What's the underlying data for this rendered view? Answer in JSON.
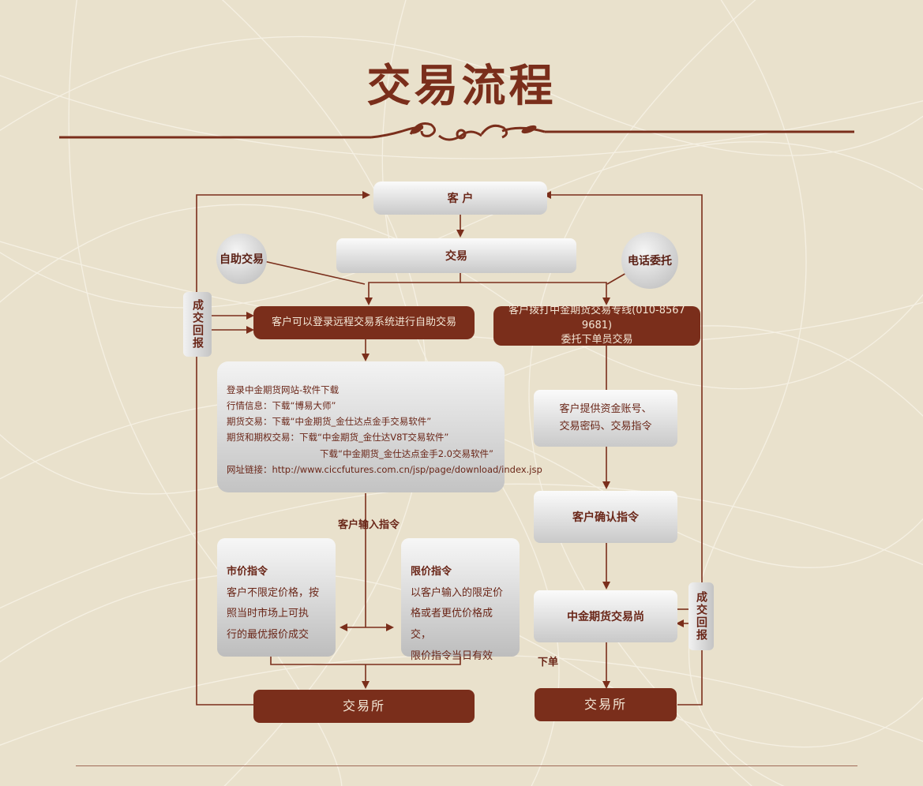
{
  "title": "交易流程",
  "colors": {
    "brown": "#7a2e1b",
    "background": "#e9e1cc",
    "box_grey": "#d9d9d9"
  },
  "nodes": {
    "customer": "客 户",
    "trade": "交易",
    "self_trade": "自助交易",
    "phone_order": "电话委托",
    "remote_system": "客户可以登录远程交易系统进行自助交易",
    "hotline_line1": "客户拨打中金期货交易专线(010-8567 9681)",
    "hotline_line2": "委托下单员交易",
    "trade_report_left": "成交回报",
    "trade_report_right": "成交回报",
    "provide_info_line1": "客户提供资金账号、",
    "provide_info_line2": "交易密码、交易指令",
    "confirm": "客户确认指令",
    "cicc_desk": "中金期货交易尚",
    "place_order": "下单",
    "input_order": "客户输入指令",
    "exchange_left": "交易所",
    "exchange_right": "交易所"
  },
  "download_info": {
    "lines": [
      "登录中金期货网站-软件下载",
      "行情信息：下载“博易大师”",
      "期货交易：下载“中金期货_金仕达点金手交易软件”",
      "期货和期权交易：下载“中金期货_金仕达V8T交易软件”",
      "下载“中金期货_金仕达点金手2.0交易软件”",
      "网址链接：http://www.ciccfutures.com.cn/jsp/page/download/index.jsp"
    ]
  },
  "market_order": {
    "title": "市价指令",
    "lines": [
      "客户不限定价格，按",
      "照当时市场上可执",
      "行的最优报价成交"
    ]
  },
  "limit_order": {
    "title": "限价指令",
    "lines": [
      "以客户输入的限定价",
      "格或者更优价格成交，",
      "限价指令当日有效"
    ]
  }
}
